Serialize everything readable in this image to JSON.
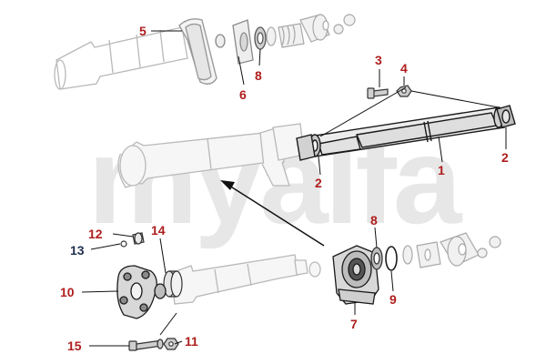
{
  "watermark": {
    "text": "myalfa"
  },
  "colors": {
    "label_red": "#b01e1e",
    "label_navy": "#1f2f4f",
    "outline": "#1a1a1a",
    "ghost": "#b9b9b9",
    "watermark": "#e7e7e7"
  },
  "callouts": [
    {
      "id": "5",
      "text": "5"
    },
    {
      "id": "6",
      "text": "6"
    },
    {
      "id": "8a",
      "text": "8"
    },
    {
      "id": "3",
      "text": "3"
    },
    {
      "id": "4",
      "text": "4"
    },
    {
      "id": "1",
      "text": "1"
    },
    {
      "id": "2a",
      "text": "2"
    },
    {
      "id": "2b",
      "text": "2"
    },
    {
      "id": "8b",
      "text": "8"
    },
    {
      "id": "9",
      "text": "9"
    },
    {
      "id": "7",
      "text": "7"
    },
    {
      "id": "12",
      "text": "12"
    },
    {
      "id": "13",
      "text": "13"
    },
    {
      "id": "14",
      "text": "14"
    },
    {
      "id": "10",
      "text": "10"
    },
    {
      "id": "15",
      "text": "15"
    },
    {
      "id": "11",
      "text": "11"
    }
  ]
}
